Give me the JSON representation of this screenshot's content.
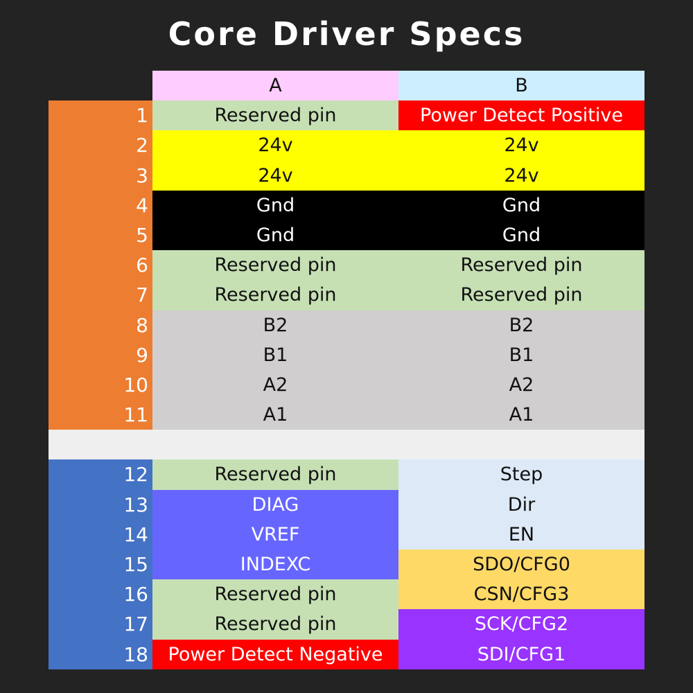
{
  "title": "Core Driver Specs",
  "colors": {
    "background": "#232323",
    "header_a": "#ffccff",
    "header_b": "#cceeff",
    "group1_numbers": "#ed7d31",
    "group2_numbers": "#4472c4",
    "reserved": "#c6e0b4",
    "power_detect": "#ff0000",
    "voltage": "#ffff00",
    "ground": "#000000",
    "motor": "#d0cece",
    "spacer": "#efefef",
    "step_dir": "#dde9f6",
    "diag": "#6666ff",
    "cfg_yellow": "#ffd966",
    "cfg_purple": "#9933ff"
  },
  "columns": [
    "A",
    "B"
  ],
  "group1": [
    {
      "n": "1",
      "a": "Reserved pin",
      "b": "Power Detect Positive"
    },
    {
      "n": "2",
      "a": "24v",
      "b": "24v"
    },
    {
      "n": "3",
      "a": "24v",
      "b": "24v"
    },
    {
      "n": "4",
      "a": "Gnd",
      "b": "Gnd"
    },
    {
      "n": "5",
      "a": "Gnd",
      "b": "Gnd"
    },
    {
      "n": "6",
      "a": "Reserved pin",
      "b": "Reserved pin"
    },
    {
      "n": "7",
      "a": "Reserved pin",
      "b": "Reserved pin"
    },
    {
      "n": "8",
      "a": "B2",
      "b": "B2"
    },
    {
      "n": "9",
      "a": "B1",
      "b": "B1"
    },
    {
      "n": "10",
      "a": "A2",
      "b": "A2"
    },
    {
      "n": "11",
      "a": "A1",
      "b": "A1"
    }
  ],
  "group2": [
    {
      "n": "12",
      "a": "Reserved pin",
      "b": "Step"
    },
    {
      "n": "13",
      "a": "DIAG",
      "b": "Dir"
    },
    {
      "n": "14",
      "a": "VREF",
      "b": "EN"
    },
    {
      "n": "15",
      "a": "INDEXC",
      "b": "SDO/CFG0"
    },
    {
      "n": "16",
      "a": "Reserved pin",
      "b": "CSN/CFG3"
    },
    {
      "n": "17",
      "a": "Reserved pin",
      "b": "SCK/CFG2"
    },
    {
      "n": "18",
      "a": "Power Detect Negative",
      "b": "SDI/CFG1"
    }
  ]
}
